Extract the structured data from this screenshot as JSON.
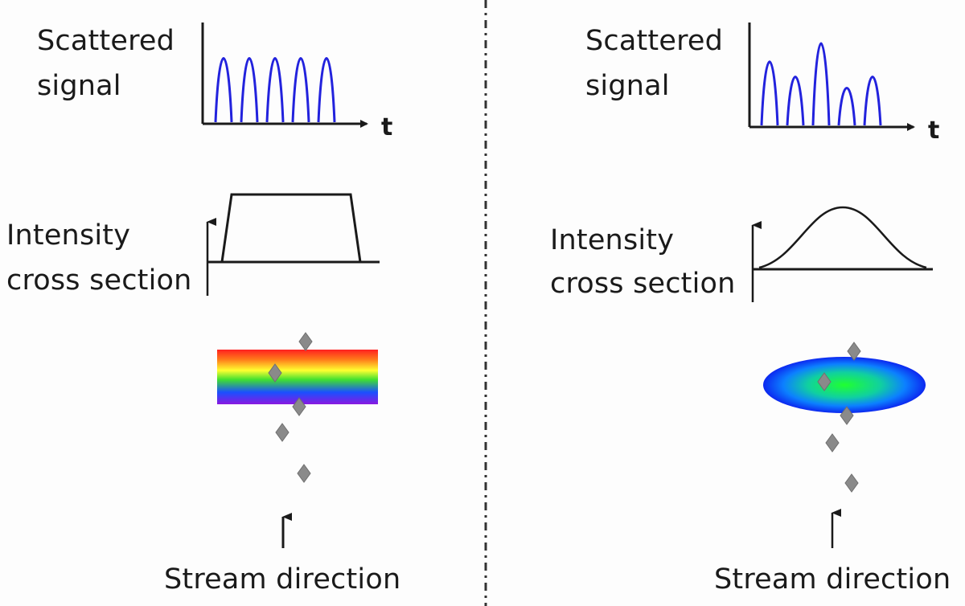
{
  "left_panel": {
    "scattered_signal": [
      "Scattered",
      "signal"
    ],
    "time_axis": "t",
    "intensity_cross_section": [
      "Intensity",
      "cross section"
    ],
    "stream_direction": "Stream direction",
    "beam_profile": "flat-top",
    "beam_colors": [
      "#ff2020",
      "#ff9a1a",
      "#ffff30",
      "#30e030",
      "#1a60ff",
      "#7a10d0"
    ],
    "pulse_heights": [
      1,
      1,
      1,
      1,
      1
    ]
  },
  "right_panel": {
    "scattered_signal": [
      "Scattered",
      "signal"
    ],
    "time_axis": "t",
    "intensity_cross_section": [
      "Intensity",
      "cross section"
    ],
    "stream_direction": "Stream direction",
    "beam_profile": "gaussian",
    "beam_colors": [
      "#20ff30",
      "#10b0ff",
      "#1030ff"
    ],
    "pulse_heights": [
      0.77,
      0.58,
      1,
      0.44,
      0.58
    ]
  },
  "colors": {
    "signal_line": "#2222dd",
    "particle": "#8a8a8a",
    "divider": "#333333"
  }
}
